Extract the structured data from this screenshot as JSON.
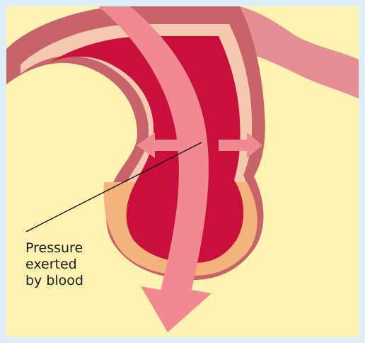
{
  "annotation": {
    "lines": [
      "Pressure",
      "exerted",
      "by blood"
    ]
  },
  "colors": {
    "frame": "#dfeef4",
    "panel_background": "#fdf2b2",
    "vessel_wall_outer": "#c8636a",
    "vessel_wall_inner": "#f4c9b0",
    "vessel_lumen": "#c8103a",
    "blood_flow_arrow": "#f08a90",
    "pressure_arrows": "#f08a90",
    "bulge_outer": "#f4b37c"
  },
  "icons": {
    "flow_arrow": "blood-flow-arrow-icon",
    "pressure_arrow_left": "pressure-arrow-left-icon",
    "pressure_arrow_right": "pressure-arrow-right-icon"
  }
}
